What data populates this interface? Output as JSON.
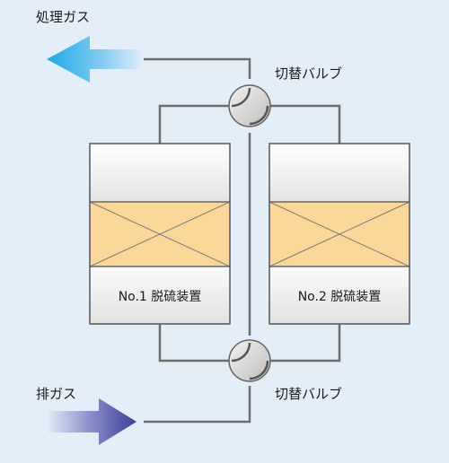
{
  "labels": {
    "treated_gas": "処理ガス",
    "exhaust_gas": "排ガス",
    "valve_top": "切替バルブ",
    "valve_bottom": "切替バルブ",
    "unit1": "No.1 脱硫装置",
    "unit2": "No.2 脱硫装置"
  },
  "colors": {
    "background": "#e3eef9",
    "pipe": "#6d6d6d",
    "packing": "#fbd79a",
    "outlet_arrow": "#1fa8e8",
    "inlet_arrow": "#3a3f96"
  }
}
